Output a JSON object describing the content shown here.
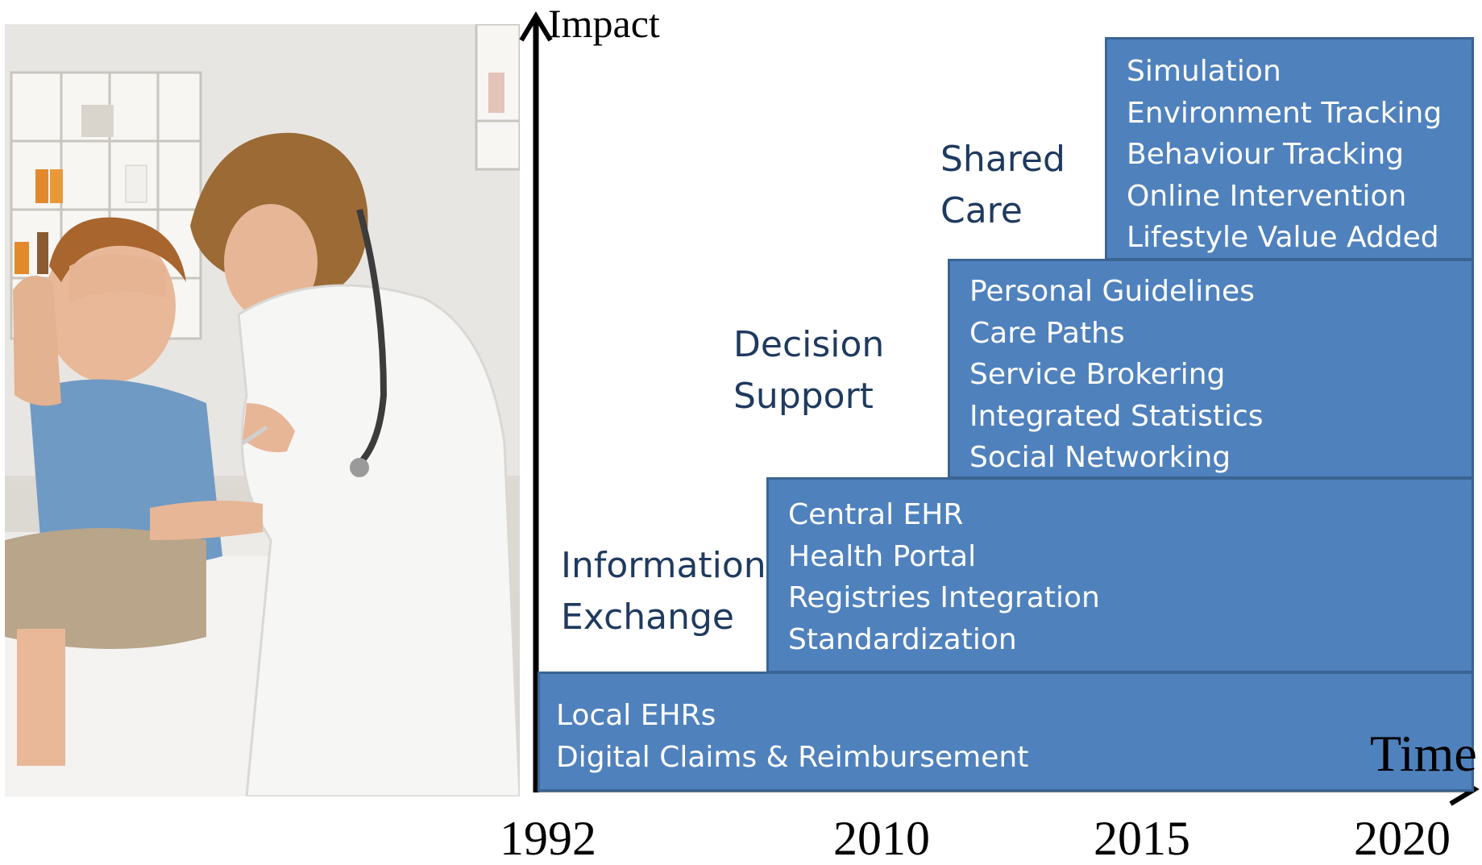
{
  "axes": {
    "y_label": "Impact",
    "x_label": "Time",
    "years": [
      "1992",
      "2010",
      "2015",
      "2020"
    ]
  },
  "stages": [
    {
      "lines": [
        "Information",
        "Exchange"
      ]
    },
    {
      "lines": [
        "Decision",
        "Support"
      ]
    },
    {
      "lines": [
        "Shared",
        "Care"
      ]
    }
  ],
  "boxes": [
    {
      "items": [
        "Local EHRs",
        "Digital Claims & Reimbursement"
      ]
    },
    {
      "items": [
        "Central EHR",
        "Health Portal",
        "Registries Integration",
        "Standardization"
      ]
    },
    {
      "items": [
        "Personal Guidelines",
        "Care Paths",
        "Service Brokering",
        "Integrated Statistics",
        "Social Networking"
      ]
    },
    {
      "items": [
        "Simulation",
        "Environment Tracking",
        "Behaviour Tracking",
        "Online Intervention",
        "Lifestyle Value Added"
      ]
    }
  ],
  "colors": {
    "box_fill": "#4f81bd",
    "box_border": "#3a6492",
    "box_text": "#ffffff",
    "stage_text": "#1f3a5f",
    "axis": "#000000"
  },
  "photo": {
    "icon": "doctor-child-vaccination-photo"
  }
}
